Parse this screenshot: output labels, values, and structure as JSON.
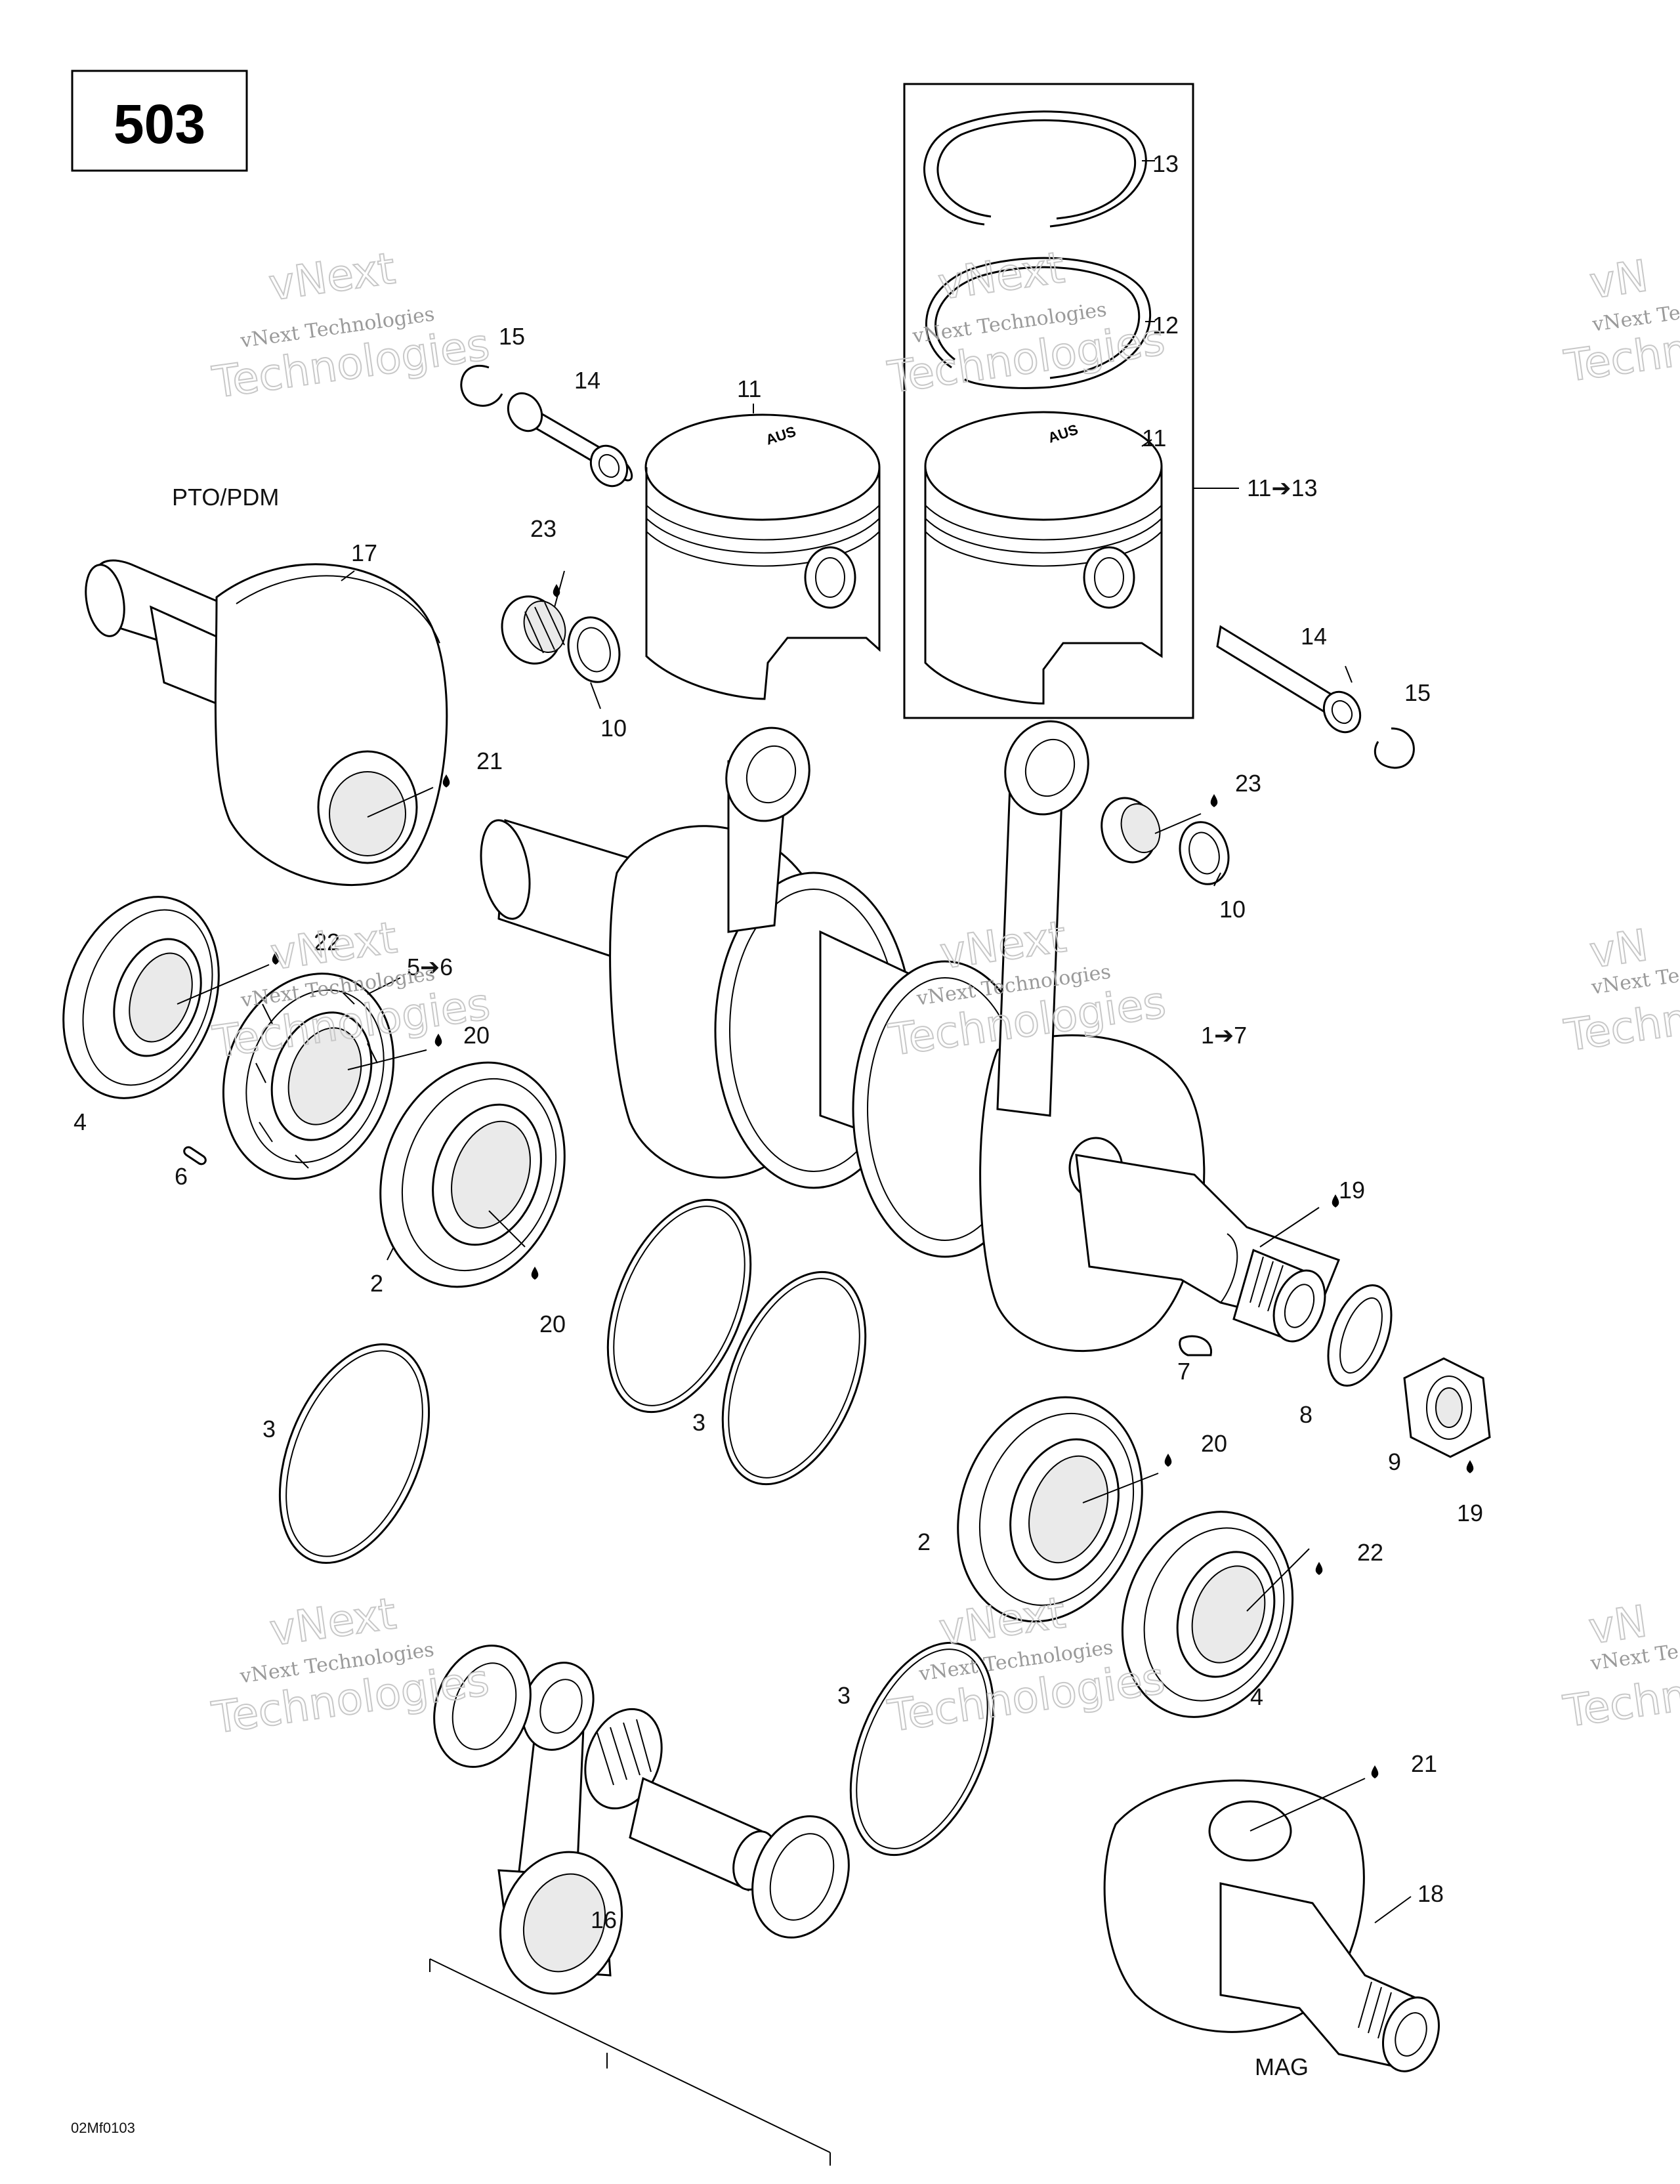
{
  "diagram_number": "503",
  "image_code": "02Mf0103",
  "side_labels": {
    "pto": "PTO/PDM",
    "mag": "MAG"
  },
  "callouts": [
    {
      "id": "c13",
      "text": "13"
    },
    {
      "id": "c12",
      "text": "12"
    },
    {
      "id": "c11-left",
      "text": "11"
    },
    {
      "id": "c11-right",
      "text": "11"
    },
    {
      "id": "c11to13",
      "text": "11➔13"
    },
    {
      "id": "c15-left",
      "text": "15"
    },
    {
      "id": "c14-left",
      "text": "14"
    },
    {
      "id": "c23-left",
      "text": "23"
    },
    {
      "id": "c17",
      "text": "17"
    },
    {
      "id": "c10-left",
      "text": "10"
    },
    {
      "id": "c14-right",
      "text": "14"
    },
    {
      "id": "c15-right",
      "text": "15"
    },
    {
      "id": "c21-top",
      "text": "21"
    },
    {
      "id": "c23-right",
      "text": "23"
    },
    {
      "id": "c10-right",
      "text": "10"
    },
    {
      "id": "c22-left",
      "text": "22"
    },
    {
      "id": "c5to6",
      "text": "5➔6"
    },
    {
      "id": "c20-upper",
      "text": "20"
    },
    {
      "id": "c1to7",
      "text": "1➔7"
    },
    {
      "id": "c4-left",
      "text": "4"
    },
    {
      "id": "c6",
      "text": "6"
    },
    {
      "id": "c19-upper",
      "text": "19"
    },
    {
      "id": "c2-left",
      "text": "2"
    },
    {
      "id": "c20-mid",
      "text": "20"
    },
    {
      "id": "c7",
      "text": "7"
    },
    {
      "id": "c8",
      "text": "8"
    },
    {
      "id": "c3-left",
      "text": "3"
    },
    {
      "id": "c3-mid",
      "text": "3"
    },
    {
      "id": "c20-right",
      "text": "20"
    },
    {
      "id": "c9",
      "text": "9"
    },
    {
      "id": "c19-lower",
      "text": "19"
    },
    {
      "id": "c2-right",
      "text": "2"
    },
    {
      "id": "c22-right",
      "text": "22"
    },
    {
      "id": "c4-right",
      "text": "4"
    },
    {
      "id": "c3-bottom",
      "text": "3"
    },
    {
      "id": "c21-bottom",
      "text": "21"
    },
    {
      "id": "c18",
      "text": "18"
    },
    {
      "id": "c16",
      "text": "16"
    }
  ],
  "watermark": {
    "brand": "vNext",
    "company": "vNext Technologies",
    "word": "Technologies",
    "brand_partial": "vN",
    "company_partial": "vNext Te",
    "word_partial": "Techn"
  },
  "piston_mark": "AUS"
}
